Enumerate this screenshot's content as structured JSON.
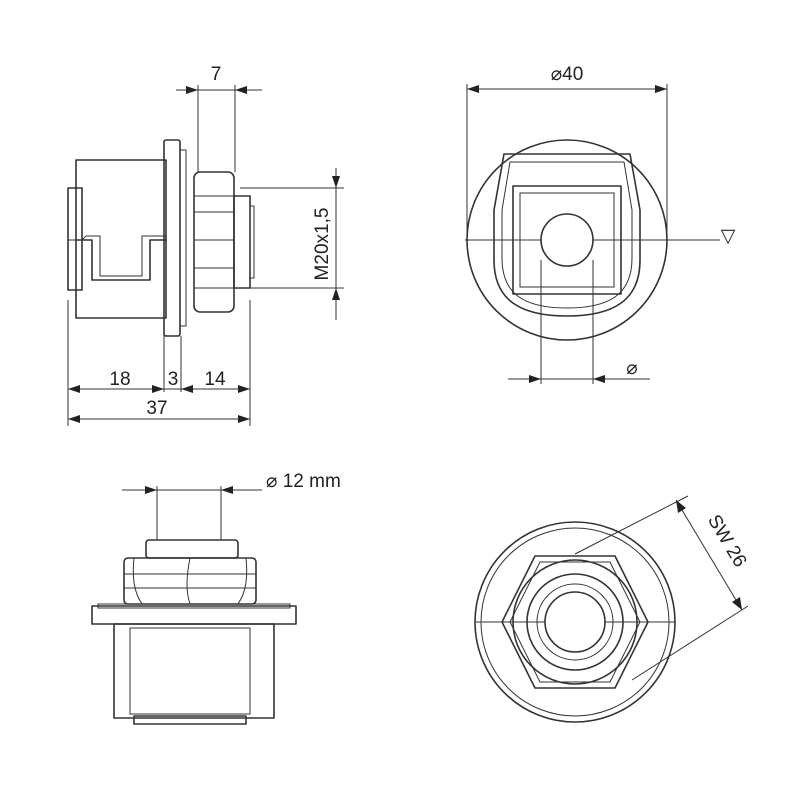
{
  "drawing": {
    "side_view": {
      "dim_nut_width": "7",
      "dim_thread": "M20x1,5",
      "dim_body_length": "18",
      "dim_flange": "3",
      "dim_nut_length": "14",
      "dim_total": "37"
    },
    "front_view": {
      "dim_outer_diameter": "⌀40",
      "dim_inner_diameter": "⌀",
      "section_marker": "▽"
    },
    "front_elevation": {
      "dim_bore": "⌀ 12 mm"
    },
    "rear_view": {
      "dim_wrench": "SW 26"
    }
  }
}
